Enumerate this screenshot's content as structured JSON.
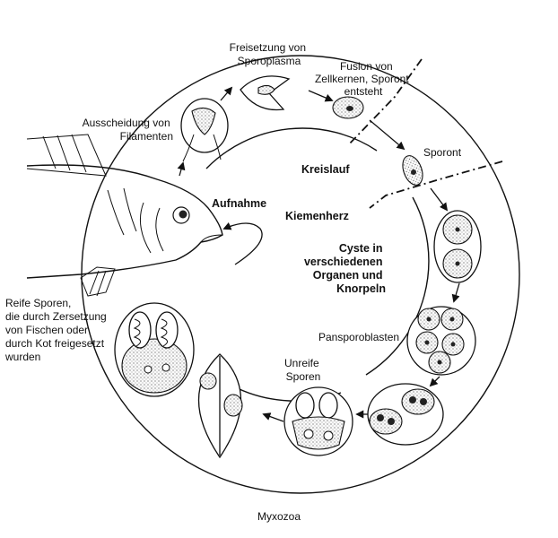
{
  "labels": {
    "freisetzung_1": "Freisetzung von",
    "freisetzung_2": "Sporoplasma",
    "fusion_1": "Fusion von",
    "fusion_2": "Zellkernen, Sporont",
    "fusion_3": "entsteht",
    "ausscheidung_1": "Ausscheidung von",
    "ausscheidung_2": "Filamenten",
    "sporont": "Sporont",
    "kreislauf": "Kreislauf",
    "aufnahme": "Aufnahme",
    "kiemenherz": "Kiemenherz",
    "cyste_1": "Cyste in",
    "cyste_2": "verschiedenen",
    "cyste_3": "Organen und",
    "cyste_4": "Knorpeln",
    "reife_1": "Reife Sporen,",
    "reife_2": "die durch Zersetzung",
    "reife_3": "von Fischen oder",
    "reife_4": "durch Kot freigesetzt",
    "reife_5": "wurden",
    "pansporoblasten": "Pansporoblasten",
    "unreife_1": "Unreife",
    "unreife_2": "Sporen"
  },
  "caption": "Myxozoa"
}
